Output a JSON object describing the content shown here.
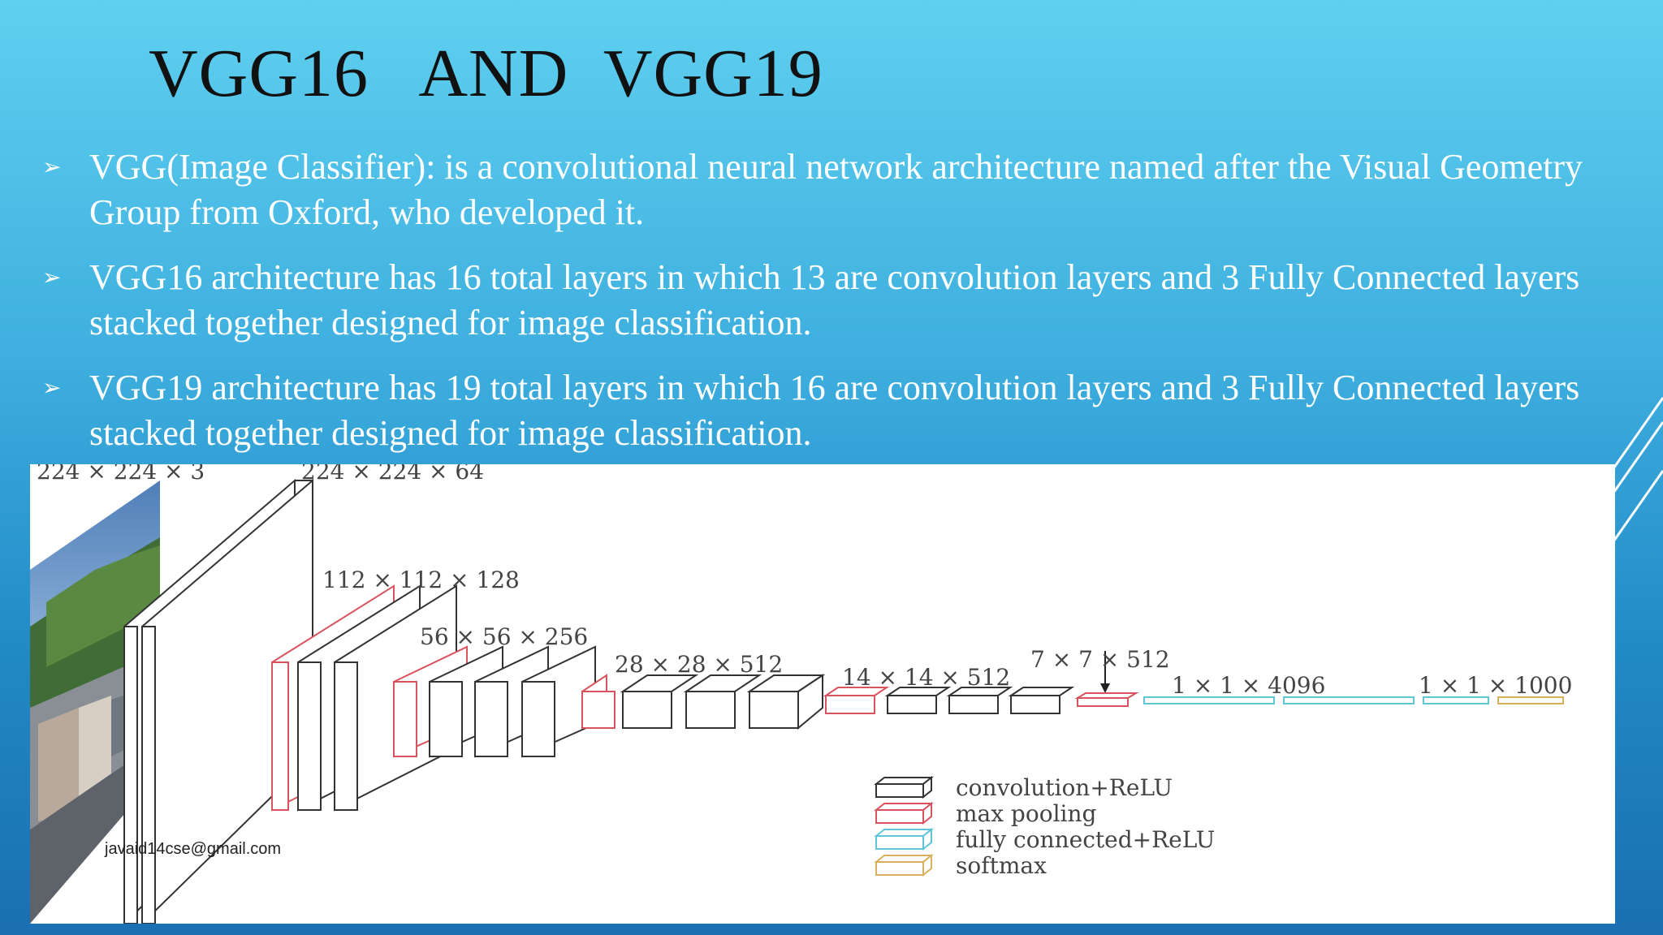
{
  "slide": {
    "title": "VGG16   AND  VGG19",
    "bullets": [
      "VGG(Image Classifier): is a convolutional neural network architecture named after the Visual Geometry Group from Oxford, who developed it.",
      "VGG16 architecture has 16 total layers in which 13 are convolution layers and 3 Fully Connected layers stacked together designed for image classification.",
      "VGG19 architecture has 19 total layers in which 16 are convolution layers and 3 Fully Connected layers stacked together designed for image classification."
    ],
    "bullet_icon": "arrow-bullet-icon"
  },
  "figure": {
    "dims": {
      "d224x3": "224 × 224 × 3",
      "d224x64": "224 × 224 × 64",
      "d112": "112 × 112 × 128",
      "d56": "56 × 56 × 256",
      "d28": "28 × 28 × 512",
      "d14": "14 × 14 × 512",
      "d7": "7 × 7 × 512",
      "fc4096": "1 × 1 × 4096",
      "fc1000": "1 × 1 × 1000"
    },
    "legend": {
      "conv": "convolution+ReLU",
      "pool": "max pooling",
      "fc": "fully connected+ReLU",
      "softmax": "softmax"
    },
    "colors": {
      "conv": "#333333",
      "pool": "#d9535f",
      "fc": "#5fc6d8",
      "softmax": "#d9b05c"
    },
    "email": "javaid14cse@gmail.com"
  }
}
